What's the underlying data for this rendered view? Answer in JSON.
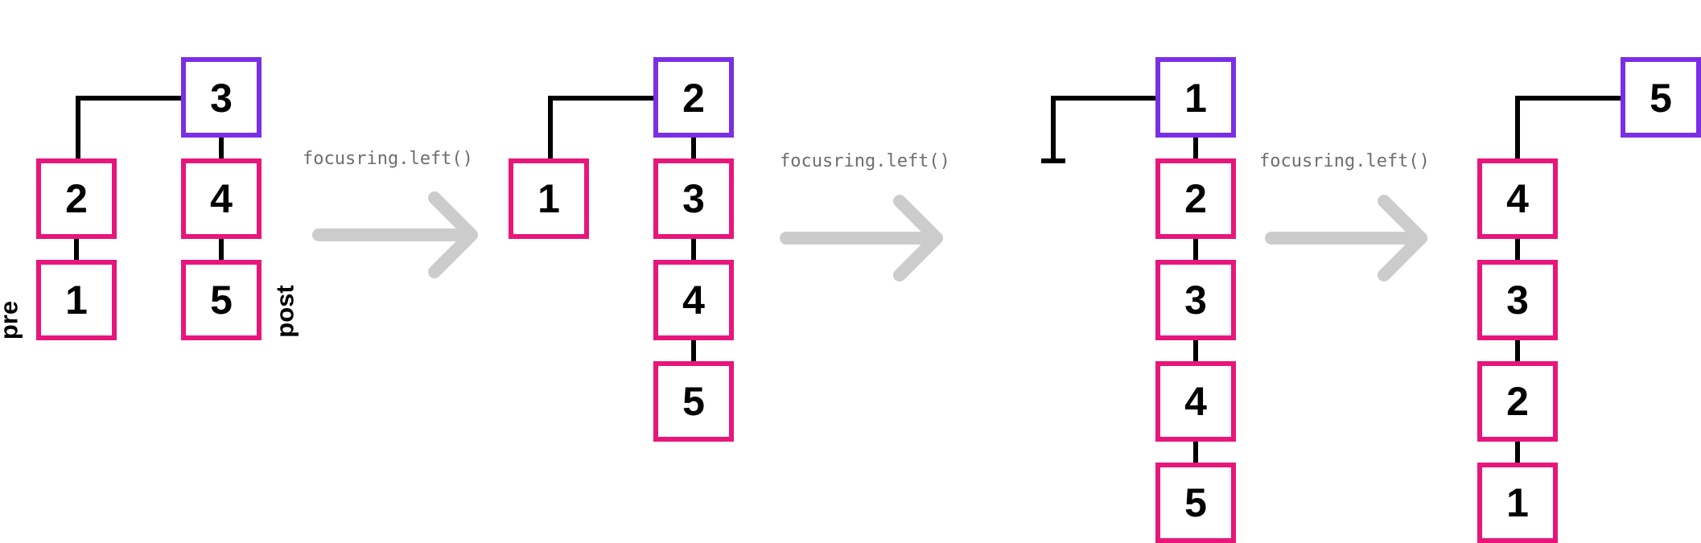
{
  "colors": {
    "focused": "#7a2ee6",
    "ring": "#e8167a",
    "connector": "#000000",
    "arrow": "#cccccc",
    "operation": "#6e6e6e"
  },
  "stages": [
    {
      "focused": "3",
      "pre": [
        "2",
        "1"
      ],
      "post": [
        "4",
        "5"
      ],
      "pre_label": "pre",
      "post_label": "post"
    },
    {
      "focused": "2",
      "pre": [
        "1"
      ],
      "post": [
        "3",
        "4",
        "5"
      ]
    },
    {
      "focused": "1",
      "pre": [],
      "post": [
        "2",
        "3",
        "4",
        "5"
      ]
    },
    {
      "focused": "5",
      "pre": [
        "4",
        "3",
        "2",
        "1"
      ],
      "post": []
    }
  ],
  "transitions": [
    {
      "operation": "focusring.left()",
      "arrow_icon": "right-arrow-icon"
    },
    {
      "operation": "focusring.left()",
      "arrow_icon": "right-arrow-icon"
    },
    {
      "operation": "focusring.left()",
      "arrow_icon": "right-arrow-icon"
    }
  ]
}
